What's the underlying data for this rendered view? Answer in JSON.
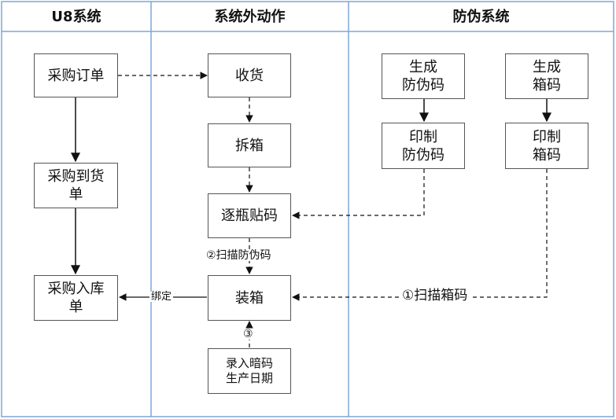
{
  "lanes": [
    {
      "key": "u8",
      "title": "U8系统"
    },
    {
      "key": "external",
      "title": "系统外动作"
    },
    {
      "key": "anticounterfeit",
      "title": "防伪系统"
    }
  ],
  "nodes": {
    "purchase_order": "采购订单",
    "purchase_arrival": "采购到货\n单",
    "purchase_inbound": "采购入库\n单",
    "receive_goods": "收货",
    "unbox": "拆箱",
    "label_bottles": "逐瓶贴码",
    "pack_box": "装箱",
    "enter_code": "录入暗码\n生产日期",
    "gen_ac_code": "生成\n防伪码",
    "print_ac_code": "印制\n防伪码",
    "gen_box_code": "生成\n箱码",
    "print_box_code": "印制\n箱码"
  },
  "edge_labels": {
    "bind": "绑定",
    "scan_ac": "②扫描防伪码",
    "scan_box": "①扫描箱码",
    "step3": "③"
  },
  "colors": {
    "lane_border": "#7ea6d6",
    "node_border": "#555555",
    "arrow": "#111111"
  }
}
